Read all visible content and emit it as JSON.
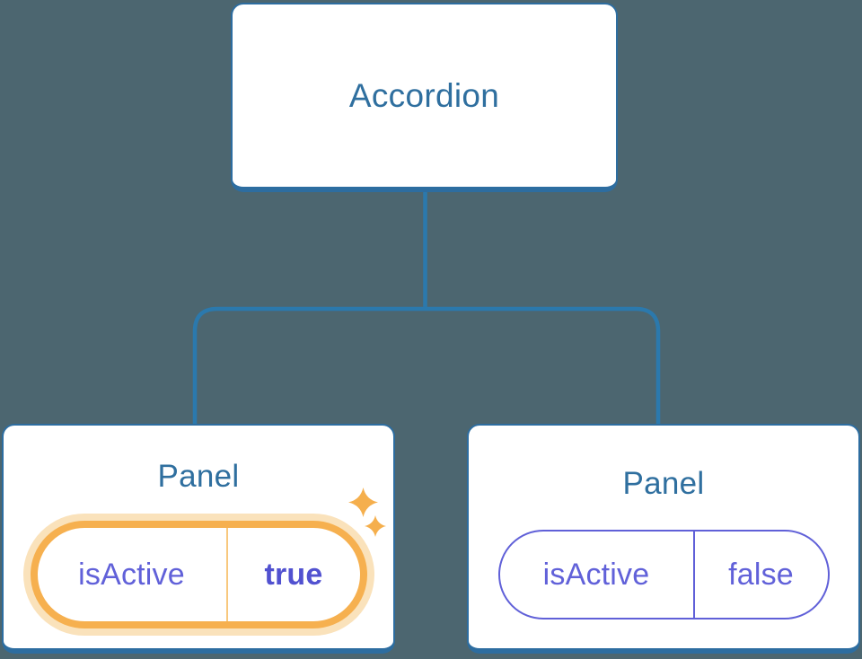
{
  "diagram": {
    "description": "Component tree diagram: an Accordion parent node connected to two Panel child nodes, each holding an isActive state pill; the first pill is highlighted with a sparkle effect",
    "root_node": {
      "label": "Accordion"
    },
    "panels": [
      {
        "label": "Panel",
        "state_key": "isActive",
        "state_value": "true",
        "highlighted": true
      },
      {
        "label": "Panel",
        "state_key": "isActive",
        "state_value": "false",
        "highlighted": false
      }
    ]
  },
  "colors": {
    "background": "#4C6670",
    "node_fill": "#FFFFFF",
    "node_border_blue": "#2D6DA0",
    "node_text_blue": "#2F6F9F",
    "connector_blue": "#2B79AD",
    "state_purple": "#6161D9",
    "state_value_bold_purple": "#5151D0",
    "highlight_orange_border": "#F6B04F",
    "highlight_halo": "#FAE2BB",
    "highlight_divider_orange": "#F8C87E",
    "inactive_divider_purple": "#6060D8",
    "sparkle_orange": "#F5AF4D"
  },
  "icons": {
    "sparkle_large": "sparkle-icon",
    "sparkle_small": "sparkle-icon"
  }
}
